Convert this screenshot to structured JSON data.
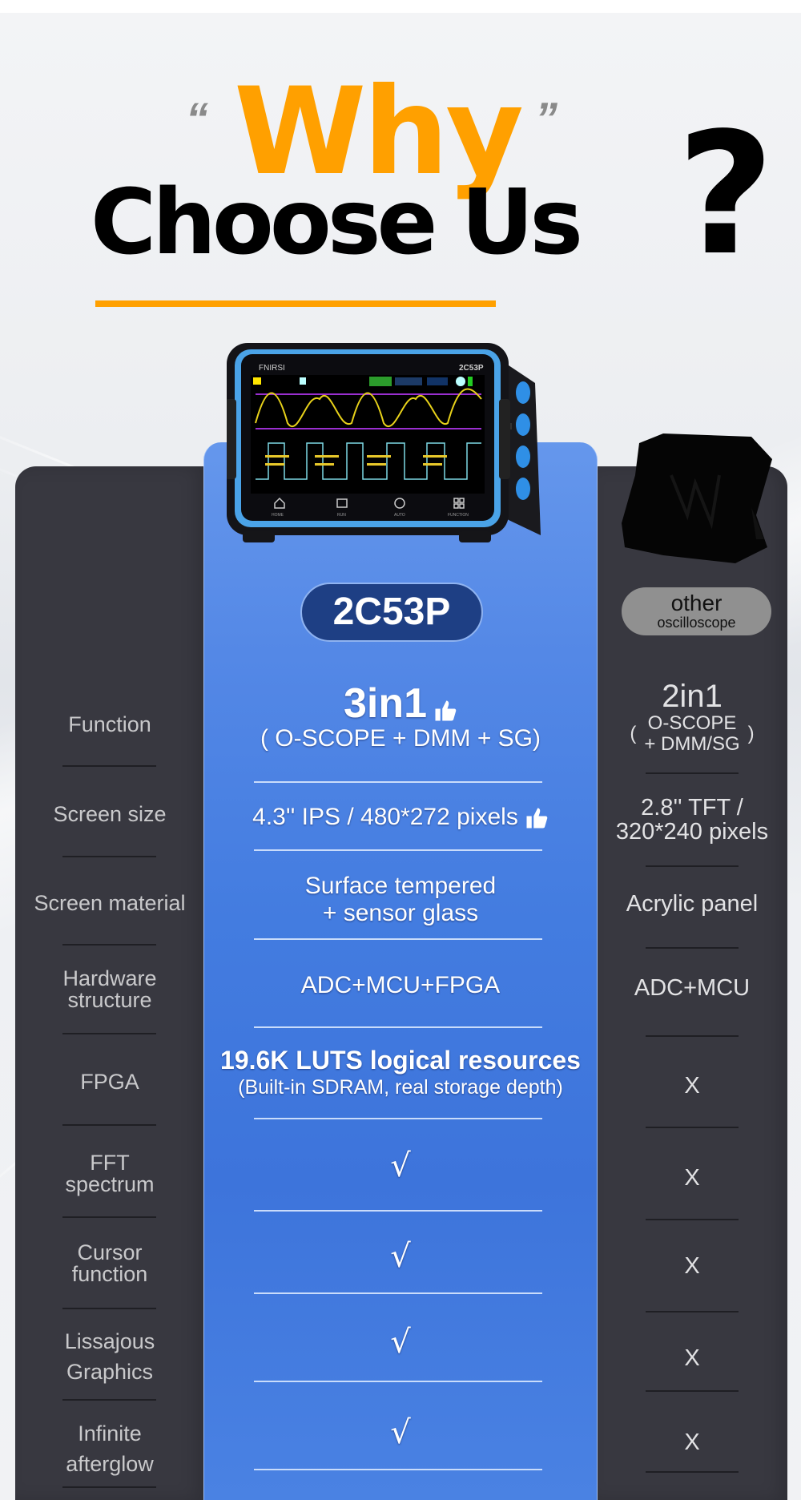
{
  "heading": {
    "open_quote": "“",
    "close_quote": "”",
    "line1": "Why",
    "line2": "Choose Us",
    "question_mark": "?"
  },
  "colors": {
    "accent_orange": "#ffa000",
    "highlight_blue": "#437ce0",
    "dark_column": "#383840",
    "model_pill": "#1e3f84",
    "other_pill": "#909090"
  },
  "device": {
    "brand_logo": "FNIRSI",
    "model_on_device": "2C53P",
    "bottom_buttons": [
      "HOME",
      "RUN",
      "AUTO",
      "FUNCTION"
    ]
  },
  "columns": {
    "ours": "2C53P",
    "other_line1": "other",
    "other_line2": "oscilloscope"
  },
  "rows": [
    {
      "label": "Function",
      "ours_title": "3in1",
      "ours_sub": "( O-SCOPE + DMM + SG)",
      "ours_thumb": true,
      "other_title": "2in1",
      "other_sub1": "O-SCOPE",
      "other_sub2": "+ DMM/SG",
      "other_paren_open": "(",
      "other_paren_close": ")"
    },
    {
      "label": "Screen size",
      "ours": "4.3'' IPS / 480*272 pixels",
      "ours_thumb": true,
      "other_line1": "2.8'' TFT /",
      "other_line2": "320*240 pixels"
    },
    {
      "label": "Screen material",
      "ours_line1": "Surface tempered",
      "ours_line2": "+ sensor glass",
      "other": "Acrylic panel"
    },
    {
      "label_line1": "Hardware",
      "label_line2": "structure",
      "ours": "ADC+MCU+FPGA",
      "other": "ADC+MCU"
    },
    {
      "label": "FPGA",
      "ours_line1": "19.6K  LUTS logical resources",
      "ours_line2": "(Built-in SDRAM, real storage depth)",
      "other": "X"
    },
    {
      "label_line1": "FFT",
      "label_line2": "spectrum",
      "ours": "√",
      "other": "X"
    },
    {
      "label_line1": "Cursor",
      "label_line2": "function",
      "ours": "√",
      "other": "X"
    },
    {
      "label_line1": "Lissajous",
      "label_line2": "Graphics",
      "ours": "√",
      "other": "X"
    },
    {
      "label_line1": "Infinite",
      "label_line2": "afterglow",
      "ours": "√",
      "other": "X"
    }
  ]
}
